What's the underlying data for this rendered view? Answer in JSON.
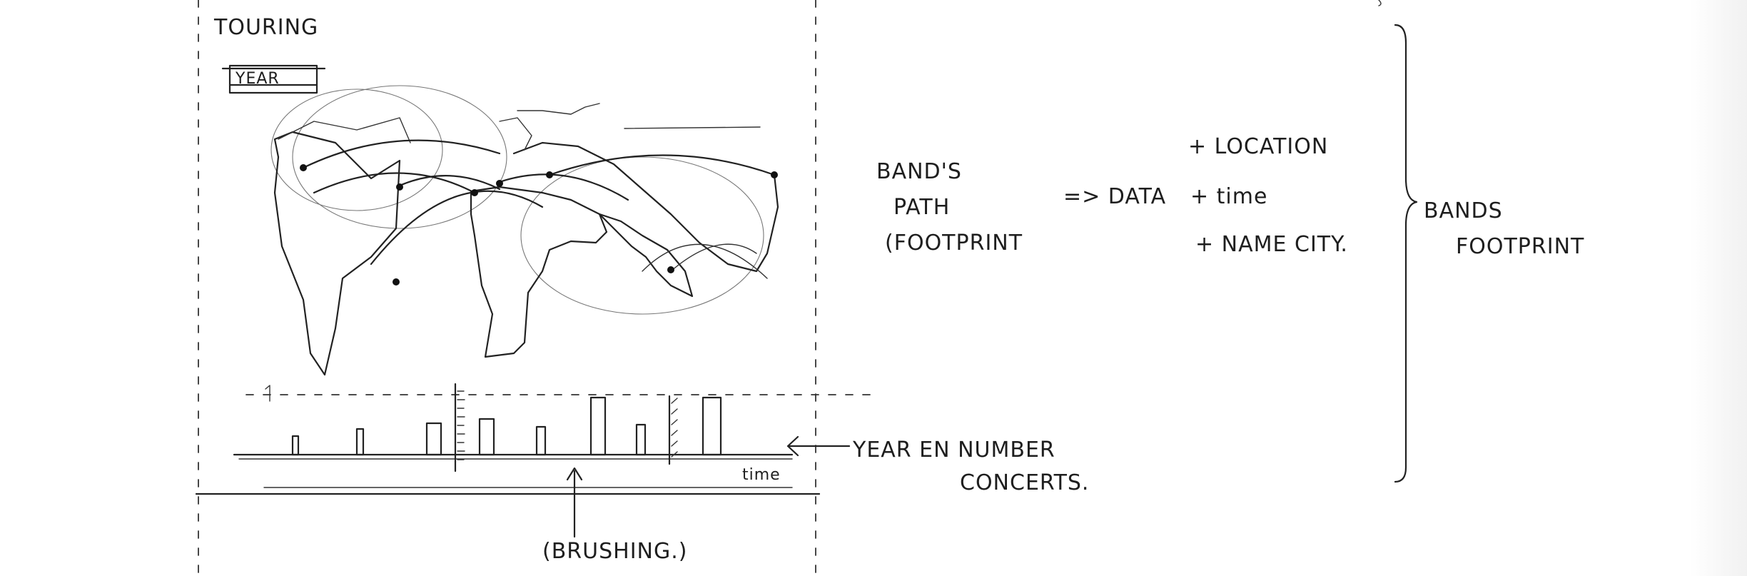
{
  "sketch": {
    "title": "TOURING",
    "year_selector": "YEAR",
    "map_annotation": {
      "left_block": [
        "BAND'S",
        "PATH",
        "(FOOTPRINT"
      ],
      "arrow_label": "=> DATA",
      "fields": [
        "+ LOCATION",
        "+ time",
        "+ NAME CITY."
      ],
      "brace_label": [
        "BANDS",
        "FOOTPRINT"
      ]
    },
    "timeline": {
      "axis_label": "time",
      "callout": [
        "YEAR EN NUMBER",
        "CONCERTS."
      ],
      "brushing_label": "(BRUSHING.)"
    }
  }
}
